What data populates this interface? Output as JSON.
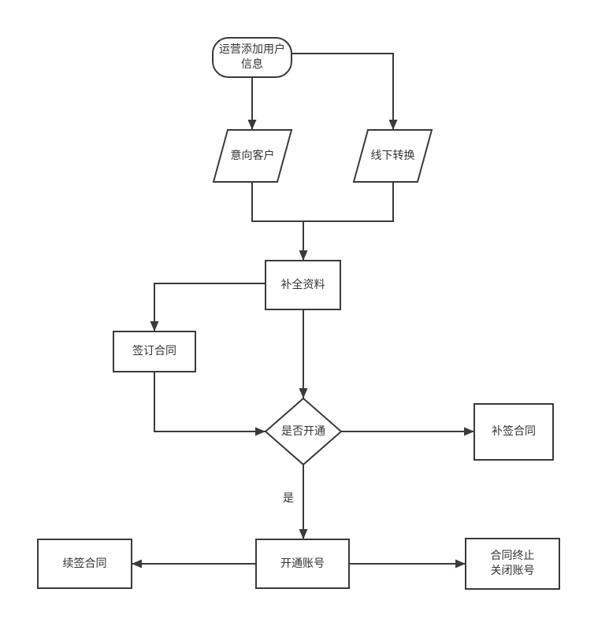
{
  "diagram": {
    "background_color": "#ffffff",
    "stroke_color": "#3a3a3a",
    "text_color": "#333333",
    "nodes": {
      "start": {
        "type": "terminator",
        "label": "运营添加用户\n信息"
      },
      "intent_customer": {
        "type": "parallelogram",
        "label": "意向客户"
      },
      "offline_convert": {
        "type": "parallelogram",
        "label": "线下转换"
      },
      "complete_info": {
        "type": "process",
        "label": "补全资料"
      },
      "sign_contract": {
        "type": "process",
        "label": "签订合同"
      },
      "decision_open": {
        "type": "decision",
        "label": "是否开通"
      },
      "supplement_contract": {
        "type": "process",
        "label": "补签合同"
      },
      "open_account": {
        "type": "process",
        "label": "开通账号"
      },
      "renew_contract": {
        "type": "process",
        "label": "续签合同"
      },
      "terminate_close_account": {
        "type": "process",
        "label": "合同终止\n关闭账号"
      }
    },
    "edge_labels": {
      "yes": "是"
    }
  }
}
